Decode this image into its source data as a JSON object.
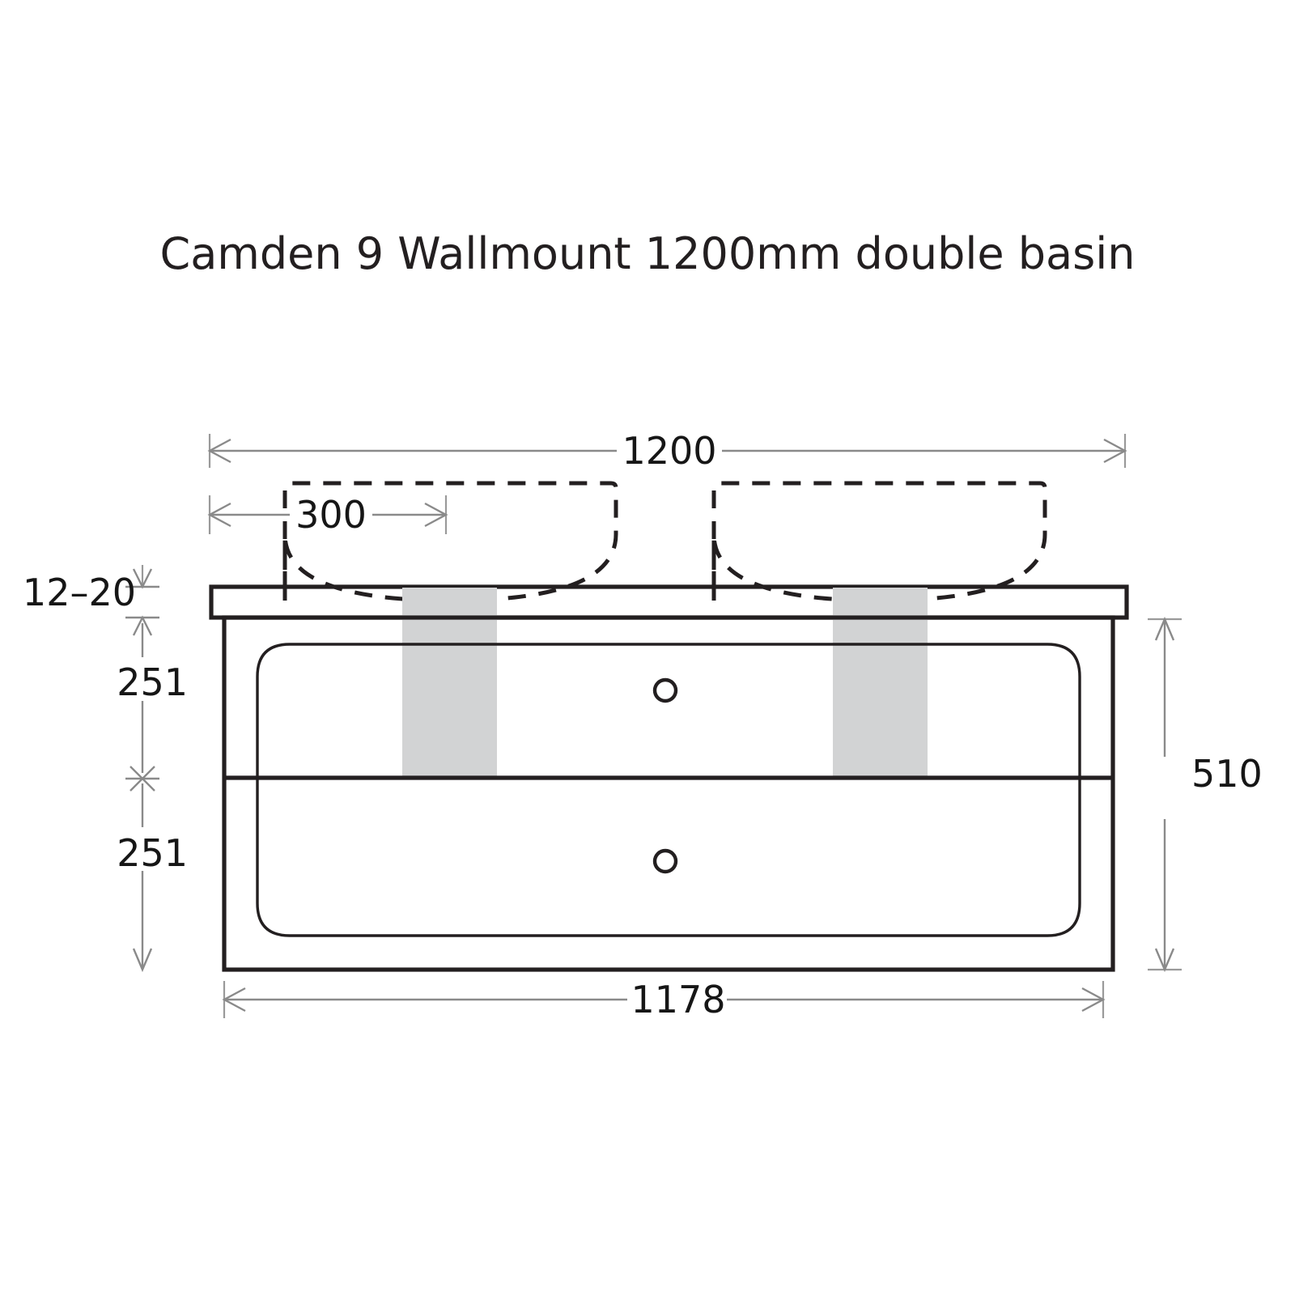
{
  "title": "Camden 9 Wallmount 1200mm double basin",
  "units": "mm",
  "dimensions": {
    "overall_width_top": "1200",
    "basin_offset": "300",
    "countertop_thickness": "12–20",
    "upper_drawer_height": "251",
    "lower_drawer_height": "251",
    "overall_height_right": "510",
    "cabinet_width_bottom": "1178"
  },
  "labels": {
    "top_width": "1200",
    "basin_width": "300",
    "top_thickness": "12–20",
    "drawer_upper": "251",
    "drawer_lower": "251",
    "total_height": "510",
    "body_width": "1178"
  },
  "colors": {
    "outline": "#231f20",
    "dimension": "#8a8a8a",
    "shading": "#d2d3d4",
    "background": "#ffffff"
  },
  "parts": {
    "countertop": "countertop-slab",
    "cabinet_body": "cabinet-body",
    "drawer_upper": "upper-drawer-front",
    "drawer_lower": "lower-drawer-front",
    "basin_left": "left-basin-outline",
    "basin_right": "right-basin-outline",
    "band_left": "left-support-band",
    "band_right": "right-support-band",
    "handle_upper": "upper-drawer-handle",
    "handle_lower": "lower-drawer-handle"
  }
}
